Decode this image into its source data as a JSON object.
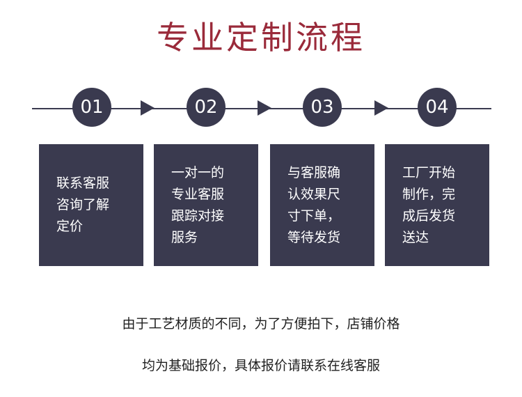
{
  "title": "专业定制流程",
  "steps": [
    {
      "number": "01",
      "text": "联系客服\n咨询了解\n定价"
    },
    {
      "number": "02",
      "text": "一对一的\n专业客服\n跟踪对接\n服务"
    },
    {
      "number": "03",
      "text": "与客服确\n认效果尺\n寸下单，\n等待发货"
    },
    {
      "number": "04",
      "text": "工厂开始\n制作，完\n成后发货\n送达"
    }
  ],
  "footer": {
    "line1": "由于工艺材质的不同，为了方便拍下，店铺价格",
    "line2": "均为基础报价，具体报价请联系在线客服"
  },
  "colors": {
    "accent": "#9a2a3a",
    "dark": "#3a3a4f"
  }
}
